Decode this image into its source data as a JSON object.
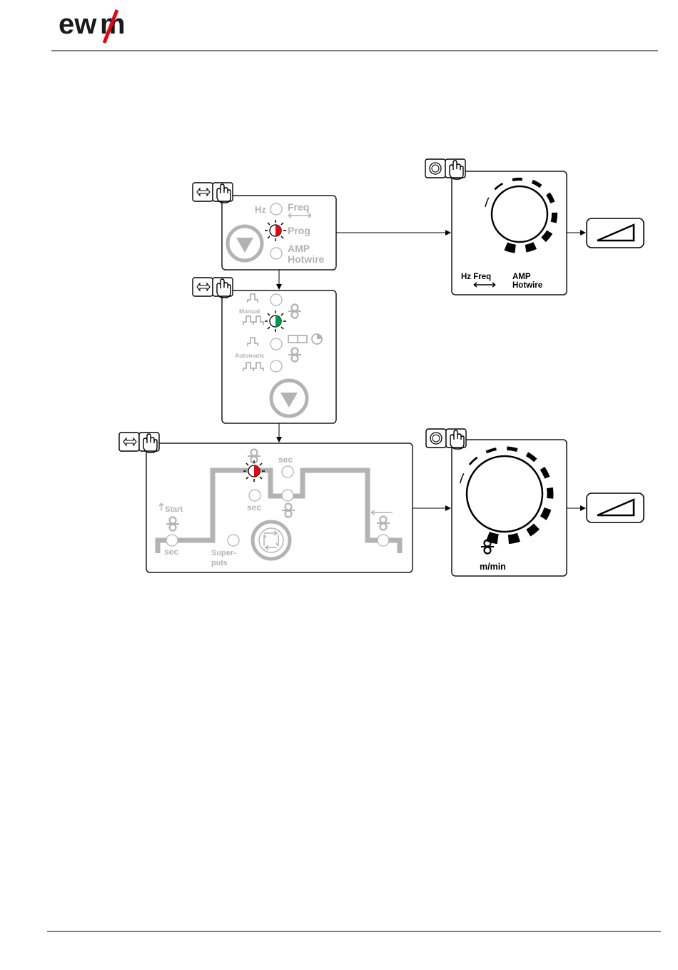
{
  "brand": {
    "logo": "ewm",
    "accent": "#e30613"
  },
  "panel1": {
    "hz": "Hz",
    "freq": "Freq",
    "prog": "Prog",
    "amp": "AMP",
    "hotwire": "Hotwire"
  },
  "knob1": {
    "hz_freq": "Hz Freq",
    "amp": "AMP",
    "hotwire": "Hotwire"
  },
  "panel2": {
    "manual": "Manual",
    "automatic": "Automatic"
  },
  "panel3": {
    "sec_top": "sec",
    "sec_mid": "sec",
    "start": "Start",
    "sec_left": "sec",
    "super": "Super-",
    "puls": "puls"
  },
  "knob2": {
    "unit": "m/min"
  },
  "colors": {
    "led_red": "#e30613",
    "led_green": "#009a44",
    "panel_grey": "#b3b3b3"
  },
  "icons": [
    "toggle-button-icon",
    "hand-press-icon",
    "rotate-button-icon",
    "ramp-icon",
    "down-arrow-button-icon",
    "wire-feed-icon",
    "clock-icon"
  ]
}
